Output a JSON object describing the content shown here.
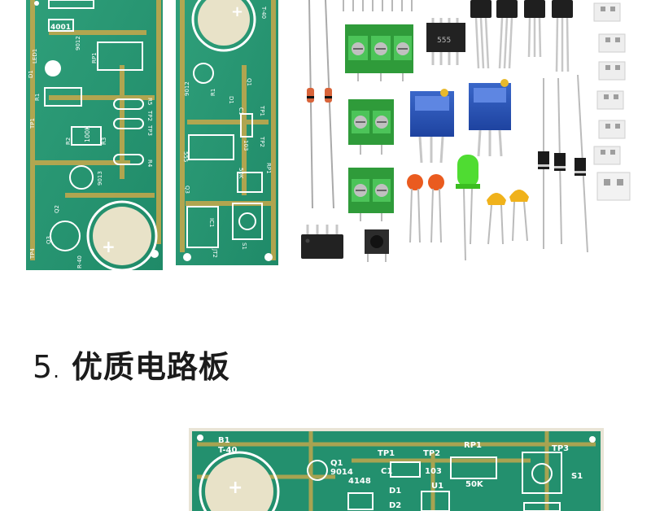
{
  "heading": {
    "number": "5",
    "separator": ".",
    "title": "优质电路板"
  },
  "pcb_left": {
    "labels": [
      "4001",
      "D1",
      "LED1",
      "9012",
      "RP1",
      "TP2",
      "TP3",
      "R5",
      "R4",
      "100K",
      "R1",
      "R2",
      "R3",
      "9013",
      "TP1",
      "Q3",
      "Q2",
      "TP4",
      "R-40"
    ]
  },
  "pcb_middle": {
    "labels": [
      "T-40",
      "Q1",
      "9012",
      "R1",
      "D1",
      "C1",
      "TP1",
      "555",
      "TP2",
      "103",
      "RP1",
      "50K",
      "S1",
      "Q3",
      "IC1",
      "JT2"
    ]
  },
  "chip_label": "555",
  "pcb_bottom": {
    "labels": [
      "B1",
      "T-40",
      "Q1",
      "9014",
      "4148",
      "TP1",
      "C1",
      "D1",
      "D2",
      "TP2",
      "103",
      "U1",
      "RP1",
      "50K",
      "TP3",
      "S1"
    ]
  }
}
